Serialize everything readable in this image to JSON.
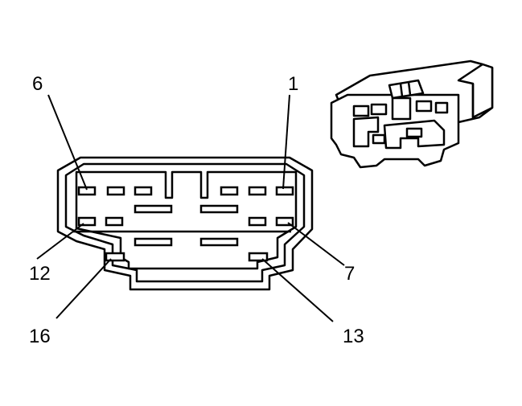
{
  "diagram": {
    "pin_labels": {
      "pin_6": "6",
      "pin_1": "1",
      "pin_12": "12",
      "pin_7": "7",
      "pin_16": "16",
      "pin_13": "13"
    },
    "colors": {
      "stroke": "#000000",
      "fill": "#ffffff"
    }
  }
}
